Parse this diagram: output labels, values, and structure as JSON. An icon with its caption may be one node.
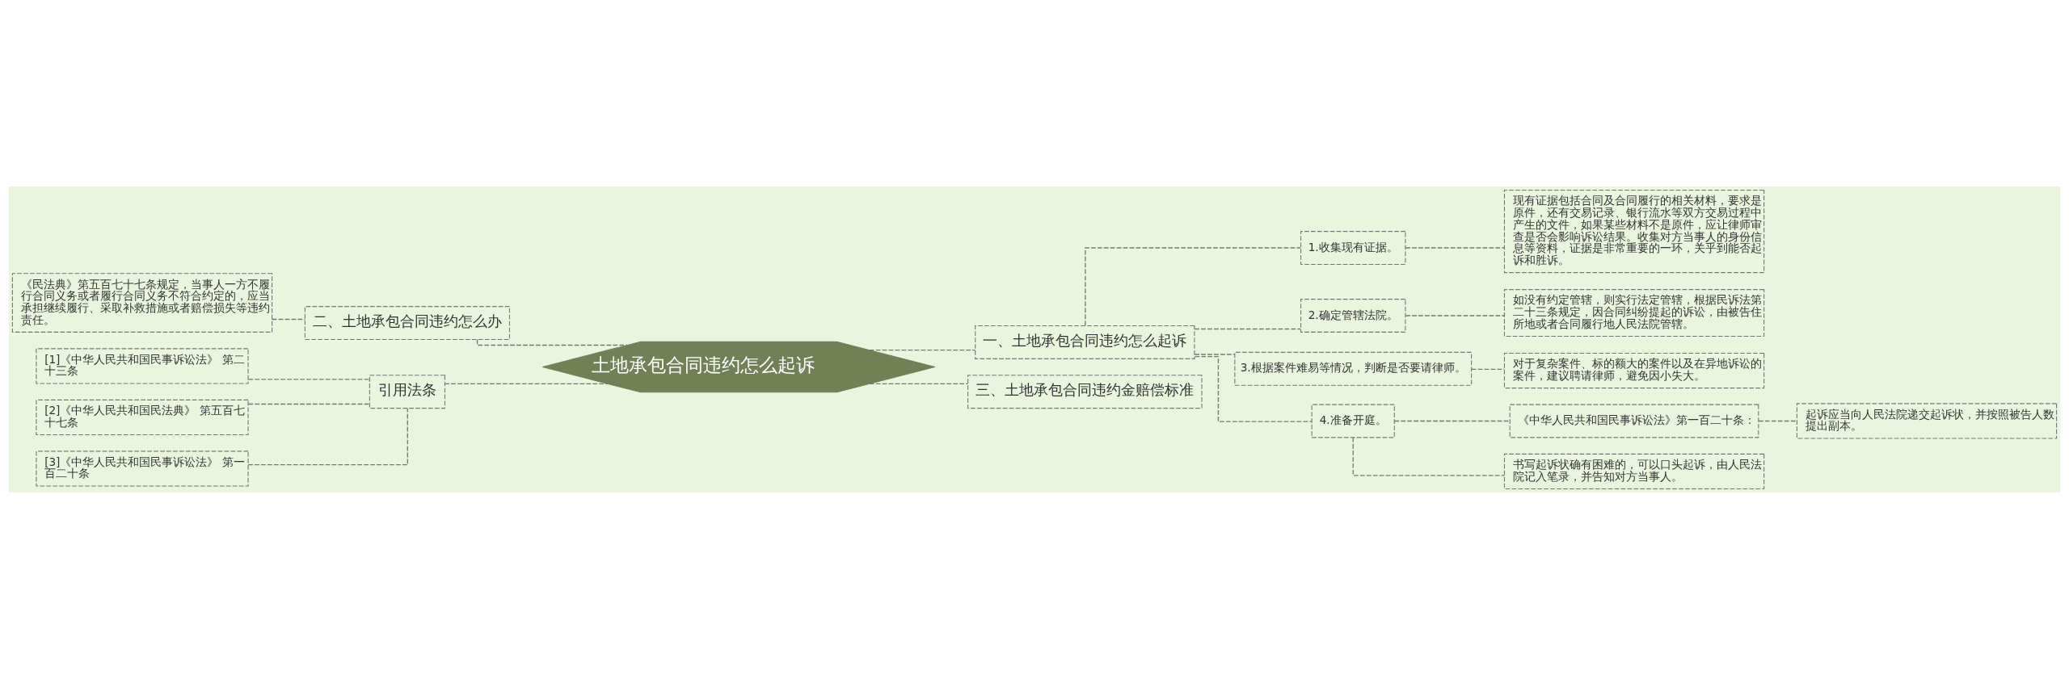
{
  "diagram": {
    "nodes": [
      {
        "text": [
          "土地承包合同违约怎么起诉"
        ]
      },
      {
        "text": [
          "一、土地承包合同违约怎么起诉"
        ]
      },
      {
        "text": [
          "1.收集现有证据。"
        ]
      },
      {
        "text": [
          "现有证据包括合同及合同履行的相关材料，要求是原件，还有交易记录、银行流水等双方交易过程中产生的文件，如果某些材料不是原件，应让律师审查是否会影响诉讼结果。收集对方当事人的身份信息等资料，证据是非常重要的一环，关乎到能否起诉和胜诉。"
        ]
      },
      {
        "text": [
          "2.确定管辖法院。"
        ]
      },
      {
        "text": [
          "如没有约定管辖，则实行法定管辖，根据民诉法第二十三条规定，因合同纠纷提起的诉讼，由被告住所地或者合同履行地人民法院管辖。"
        ]
      },
      {
        "text": [
          "3.根据案件难易等情况，判断是否要请律师。"
        ]
      },
      {
        "text": [
          "对于复杂案件、标的额大的案件以及在异地诉讼的案件，建议聘请律师，避免因小失大。"
        ]
      },
      {
        "text": [
          "4.准备开庭。"
        ]
      },
      {
        "text": [
          "《中华人民共和国民事诉讼法》第一百二十条："
        ]
      },
      {
        "text": [
          "起诉应当向人民法院递交起诉状，并按照被告人数提出副本。"
        ]
      },
      {
        "text": [
          "书写起诉状确有困难的，可以口头起诉，由人民法院记入笔录，并告知对方当事人。"
        ]
      },
      {
        "text": [
          "三、土地承包合同违约金赔偿标准"
        ]
      },
      {
        "text": [
          "二、土地承包合同违约怎么办"
        ]
      },
      {
        "text": [
          "《民法典》第五百七十七条规定，当事人一方不履行合同义务或者履行合同义务不符合约定的，应当承担继续履行、采取补救措施或者赔偿损失等违约责任。"
        ]
      },
      {
        "text": [
          "引用法条"
        ]
      },
      {
        "text": [
          "[1]《中华人民共和国民事诉讼法》 第二十三条"
        ]
      },
      {
        "text": [
          "[2]《中华人民共和国民法典》 第五百七十七条"
        ]
      },
      {
        "text": [
          "[3]《中华人民共和国民事诉讼法》 第一百二十条"
        ]
      }
    ],
    "edges": [
      {
        "from": 0,
        "to": 1,
        "arrow": "none",
        "style": "dashed"
      },
      {
        "from": 1,
        "to": 2,
        "arrow": "none",
        "style": "dashed"
      },
      {
        "from": 2,
        "to": 3,
        "arrow": "none",
        "style": "dashed"
      },
      {
        "from": 1,
        "to": 4,
        "arrow": "none",
        "style": "dashed"
      },
      {
        "from": 4,
        "to": 5,
        "arrow": "none",
        "style": "dashed"
      },
      {
        "from": 1,
        "to": 6,
        "arrow": "none",
        "style": "dashed"
      },
      {
        "from": 6,
        "to": 7,
        "arrow": "none",
        "style": "dashed"
      },
      {
        "from": 1,
        "to": 8,
        "arrow": "none",
        "style": "dashed"
      },
      {
        "from": 8,
        "to": 9,
        "arrow": "none",
        "style": "dashed"
      },
      {
        "from": 9,
        "to": 10,
        "arrow": "none",
        "style": "dashed"
      },
      {
        "from": 8,
        "to": 11,
        "arrow": "none",
        "style": "dashed"
      },
      {
        "from": 0,
        "to": 12,
        "arrow": "none",
        "style": "dashed"
      },
      {
        "from": 0,
        "to": 13,
        "arrow": "none",
        "style": "dashed"
      },
      {
        "from": 13,
        "to": 14,
        "arrow": "none",
        "style": "dashed"
      },
      {
        "from": 0,
        "to": 15,
        "arrow": "none",
        "style": "dashed"
      },
      {
        "from": 15,
        "to": 16,
        "arrow": "none",
        "style": "dashed"
      },
      {
        "from": 15,
        "to": 17,
        "arrow": "none",
        "style": "dashed"
      },
      {
        "from": 15,
        "to": 18,
        "arrow": "none",
        "style": "dashed"
      }
    ]
  }
}
